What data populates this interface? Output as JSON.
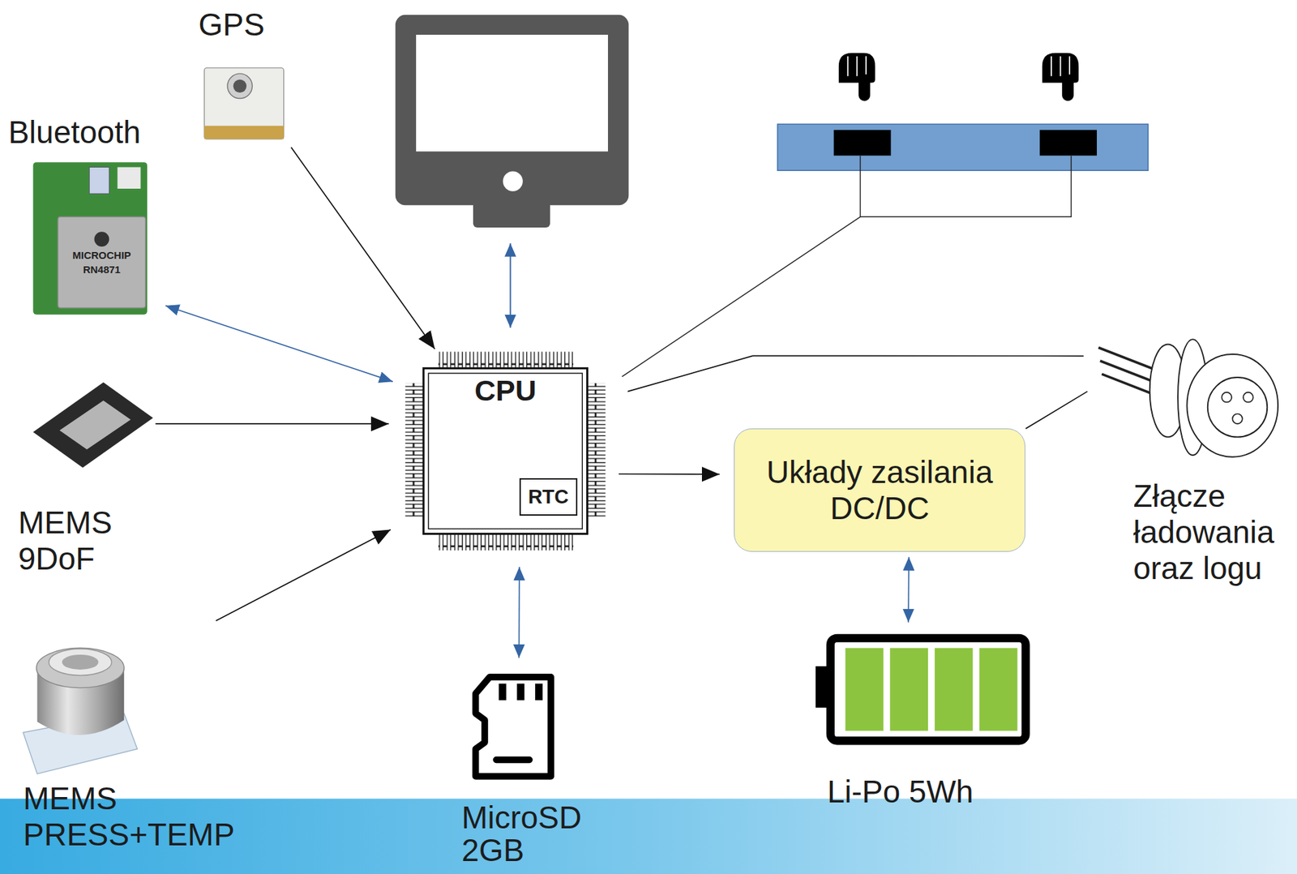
{
  "diagram": {
    "nodes": [
      {
        "text": [
          "GPS"
        ]
      },
      {
        "text": [
          "Bluetooth"
        ]
      },
      {
        "text": [
          "CPU"
        ]
      },
      {
        "text": [
          "RTC"
        ],
        "in": 2
      },
      {
        "text": [
          "MEMS 9DoF"
        ]
      },
      {
        "text": [
          "Układy zasilania DC/DC"
        ]
      },
      {
        "text": [
          "Złącze ładowania oraz logu"
        ]
      },
      {
        "text": [
          "MEMS PRESS+TEMP"
        ]
      },
      {
        "text": [
          "MicroSD 2GB"
        ]
      },
      {
        "text": [
          "Li-Po 5Wh"
        ]
      }
    ],
    "edges": [
      {
        "from": 0,
        "to": 2,
        "arrow": "to"
      },
      {
        "from": 1,
        "to": 2,
        "arrow": "both"
      },
      {
        "from": 4,
        "to": 2,
        "arrow": "to"
      },
      {
        "from": 7,
        "to": 2,
        "arrow": "to"
      },
      {
        "from": 2,
        "to": 8,
        "arrow": "both"
      },
      {
        "from": 2,
        "to": 5,
        "arrow": "to"
      },
      {
        "from": 5,
        "to": 9,
        "arrow": "both"
      },
      {
        "from": 2,
        "to": 6,
        "arrow": "none"
      },
      {
        "from": 5,
        "to": 6,
        "arrow": "none"
      }
    ],
    "labels": [
      "MICROCHIP",
      "RN4871"
    ]
  }
}
